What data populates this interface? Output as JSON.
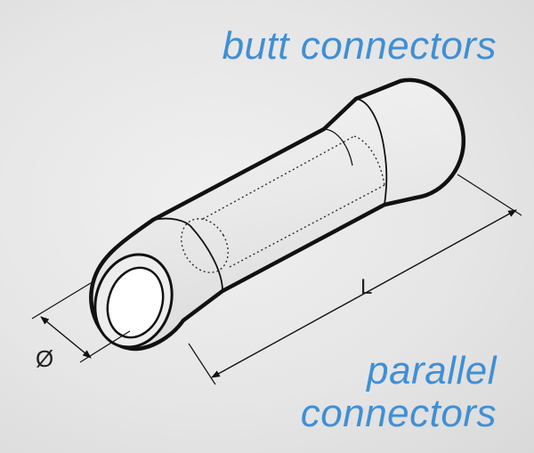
{
  "titles": {
    "top": "butt connectors",
    "bottom_line1": "parallel",
    "bottom_line2": "connectors"
  },
  "dimensions": {
    "length_label": "L",
    "diameter_label": "Ø"
  },
  "colors": {
    "title": "#3f8fd6",
    "outline": "#111111"
  }
}
